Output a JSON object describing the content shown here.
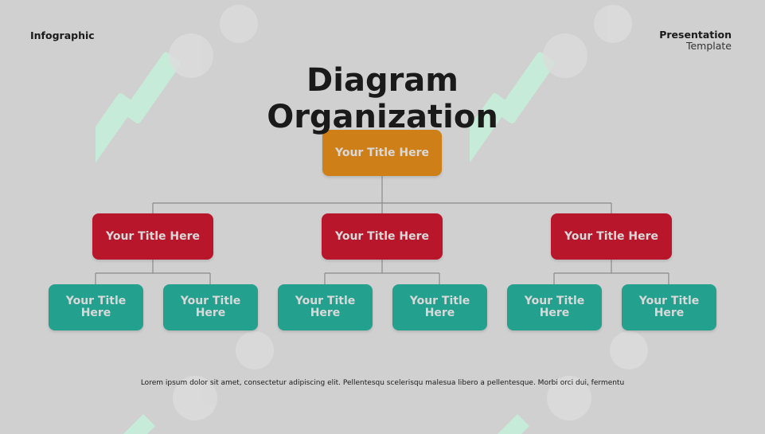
{
  "header": {
    "left_label": "Infographic",
    "right_label_bold": "Presentation",
    "right_label_light": "Template"
  },
  "title": {
    "line1": "Diagram",
    "line2": "Organization"
  },
  "diagram": {
    "root": {
      "label": "Your Title Here"
    },
    "branches": [
      {
        "label": "Your Title Here",
        "children": [
          {
            "label": "Your Title Here"
          },
          {
            "label": "Your Title Here"
          }
        ]
      },
      {
        "label": "Your Title Here",
        "children": [
          {
            "label": "Your Title Here"
          },
          {
            "label": "Your Title Here"
          }
        ]
      },
      {
        "label": "Your Title Here",
        "children": [
          {
            "label": "Your Title Here"
          },
          {
            "label": "Your Title Here"
          }
        ]
      }
    ]
  },
  "footer": {
    "text": "Lorem ipsum dolor sit amet, consectetur adipiscing elit. Pellentesqu scelerisqu malesua libero a pellentesque. Morbi orci dui, fermentu"
  },
  "colors": {
    "background": "#d0d0d0",
    "root": "#cf7f17",
    "branch": "#b8162a",
    "leaf": "#23a08e",
    "connector": "#8a8a8a"
  }
}
